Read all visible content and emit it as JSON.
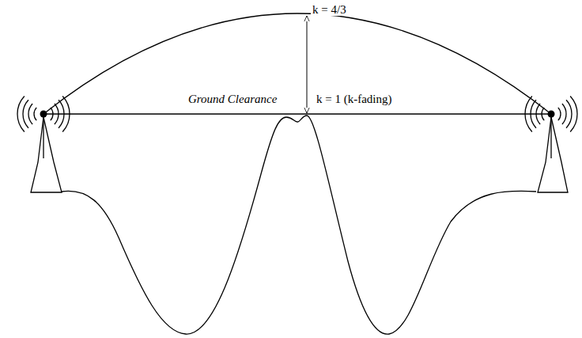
{
  "diagram": {
    "labels": [
      "k = 4/3",
      "Ground Clearance",
      "k = 1 (k-fading)"
    ]
  }
}
